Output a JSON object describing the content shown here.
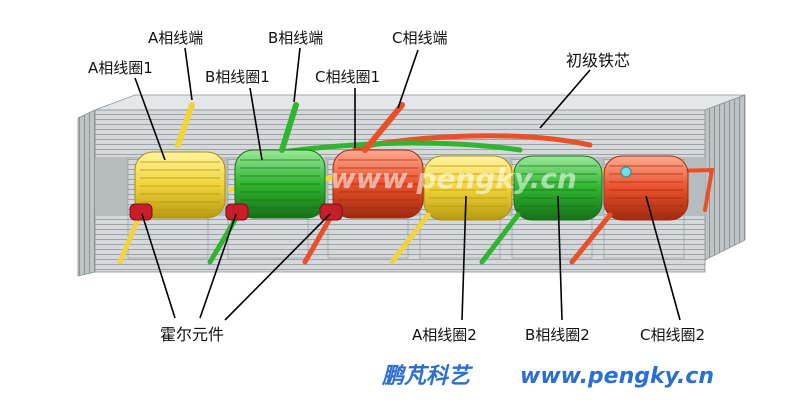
{
  "labels": {
    "a_terminal": "A相线端",
    "b_terminal": "B相线端",
    "c_terminal": "C相线端",
    "a_coil_1": "A相线圈1",
    "b_coil_1": "B相线圈1",
    "c_coil_1": "C相线圈1",
    "primary_core": "初级铁芯",
    "hall_element": "霍尔元件",
    "a_coil_2": "A相线圈2",
    "b_coil_2": "B相线圈2",
    "c_coil_2": "C相线圈2"
  },
  "watermarks": {
    "center": "www.pengky.cn",
    "bottom_cn": "鹏芃科艺",
    "bottom_url": "www.pengky.cn"
  },
  "colors": {
    "phase_a": "#f0d43a",
    "phase_b": "#2fb52f",
    "phase_c": "#e8502a",
    "core": "#c9cdd0",
    "hall": "#c81e2a",
    "watermark": "#2b6fd0"
  }
}
